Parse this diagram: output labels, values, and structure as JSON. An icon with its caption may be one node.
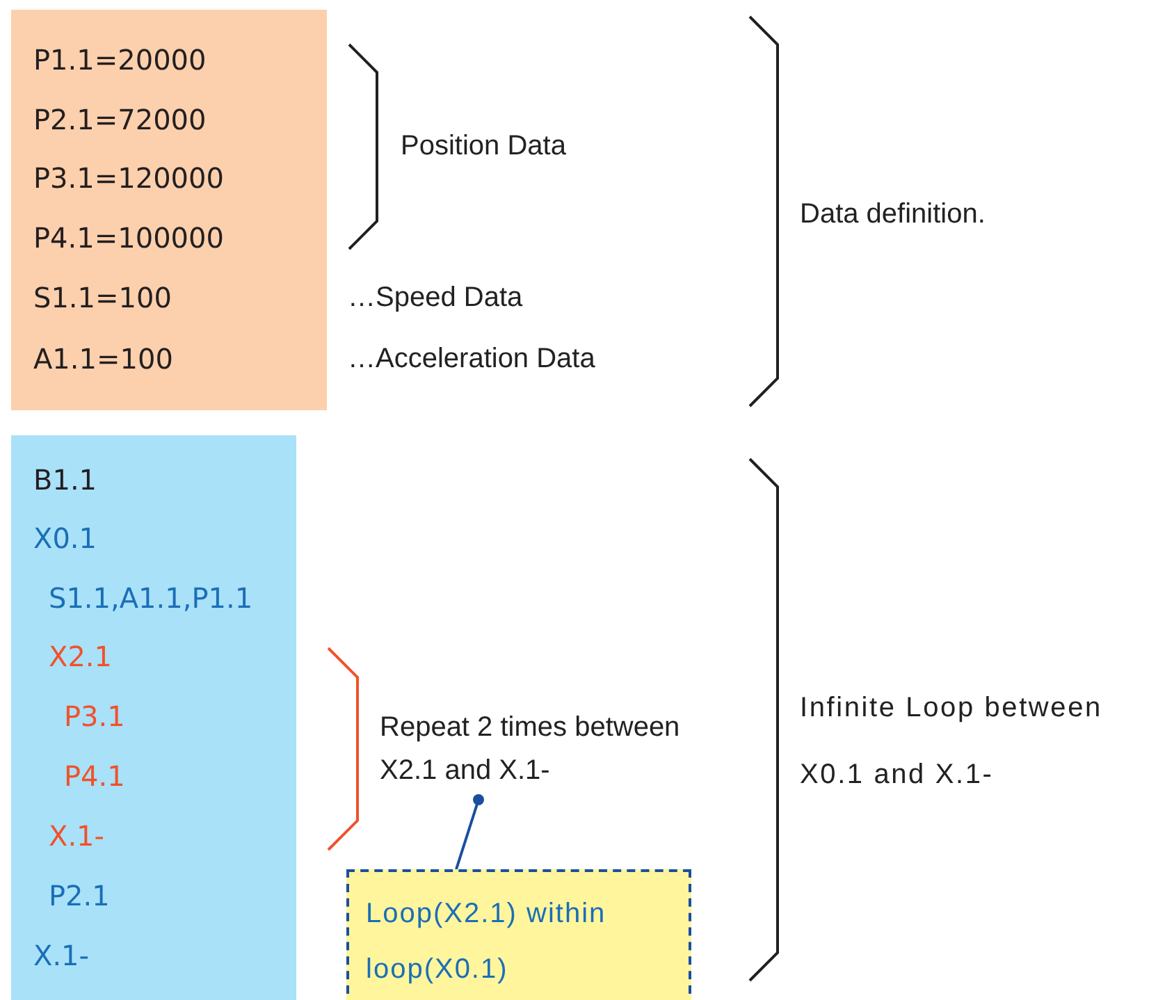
{
  "diagram": {
    "nodes": [
      {
        "text": [
          "P1.1=20000",
          "P2.1=72000",
          "P3.1=120000",
          "P4.1=100000",
          "S1.1=100",
          "A1.1=100"
        ]
      },
      {
        "text": [
          "B1.1",
          "X0.1",
          "S1.1,A1.1,P1.1",
          "X2.1",
          "P3.1",
          "P4.1",
          "X.1-",
          "P2.1",
          "X.1-"
        ]
      },
      {
        "text": [
          "Repeat 2 times between X2.1 and X.1-"
        ]
      },
      {
        "text": [
          "Loop(X2.1) within loop(X0.1)"
        ]
      }
    ],
    "edges": [
      {
        "from": 3,
        "to": 2,
        "arrow": "other"
      }
    ],
    "labels": [
      "Position Data",
      "Data definition.",
      "…Speed Data",
      "…Acceleration Data",
      "Infinite Loop between X0.1 and X.1-"
    ]
  }
}
